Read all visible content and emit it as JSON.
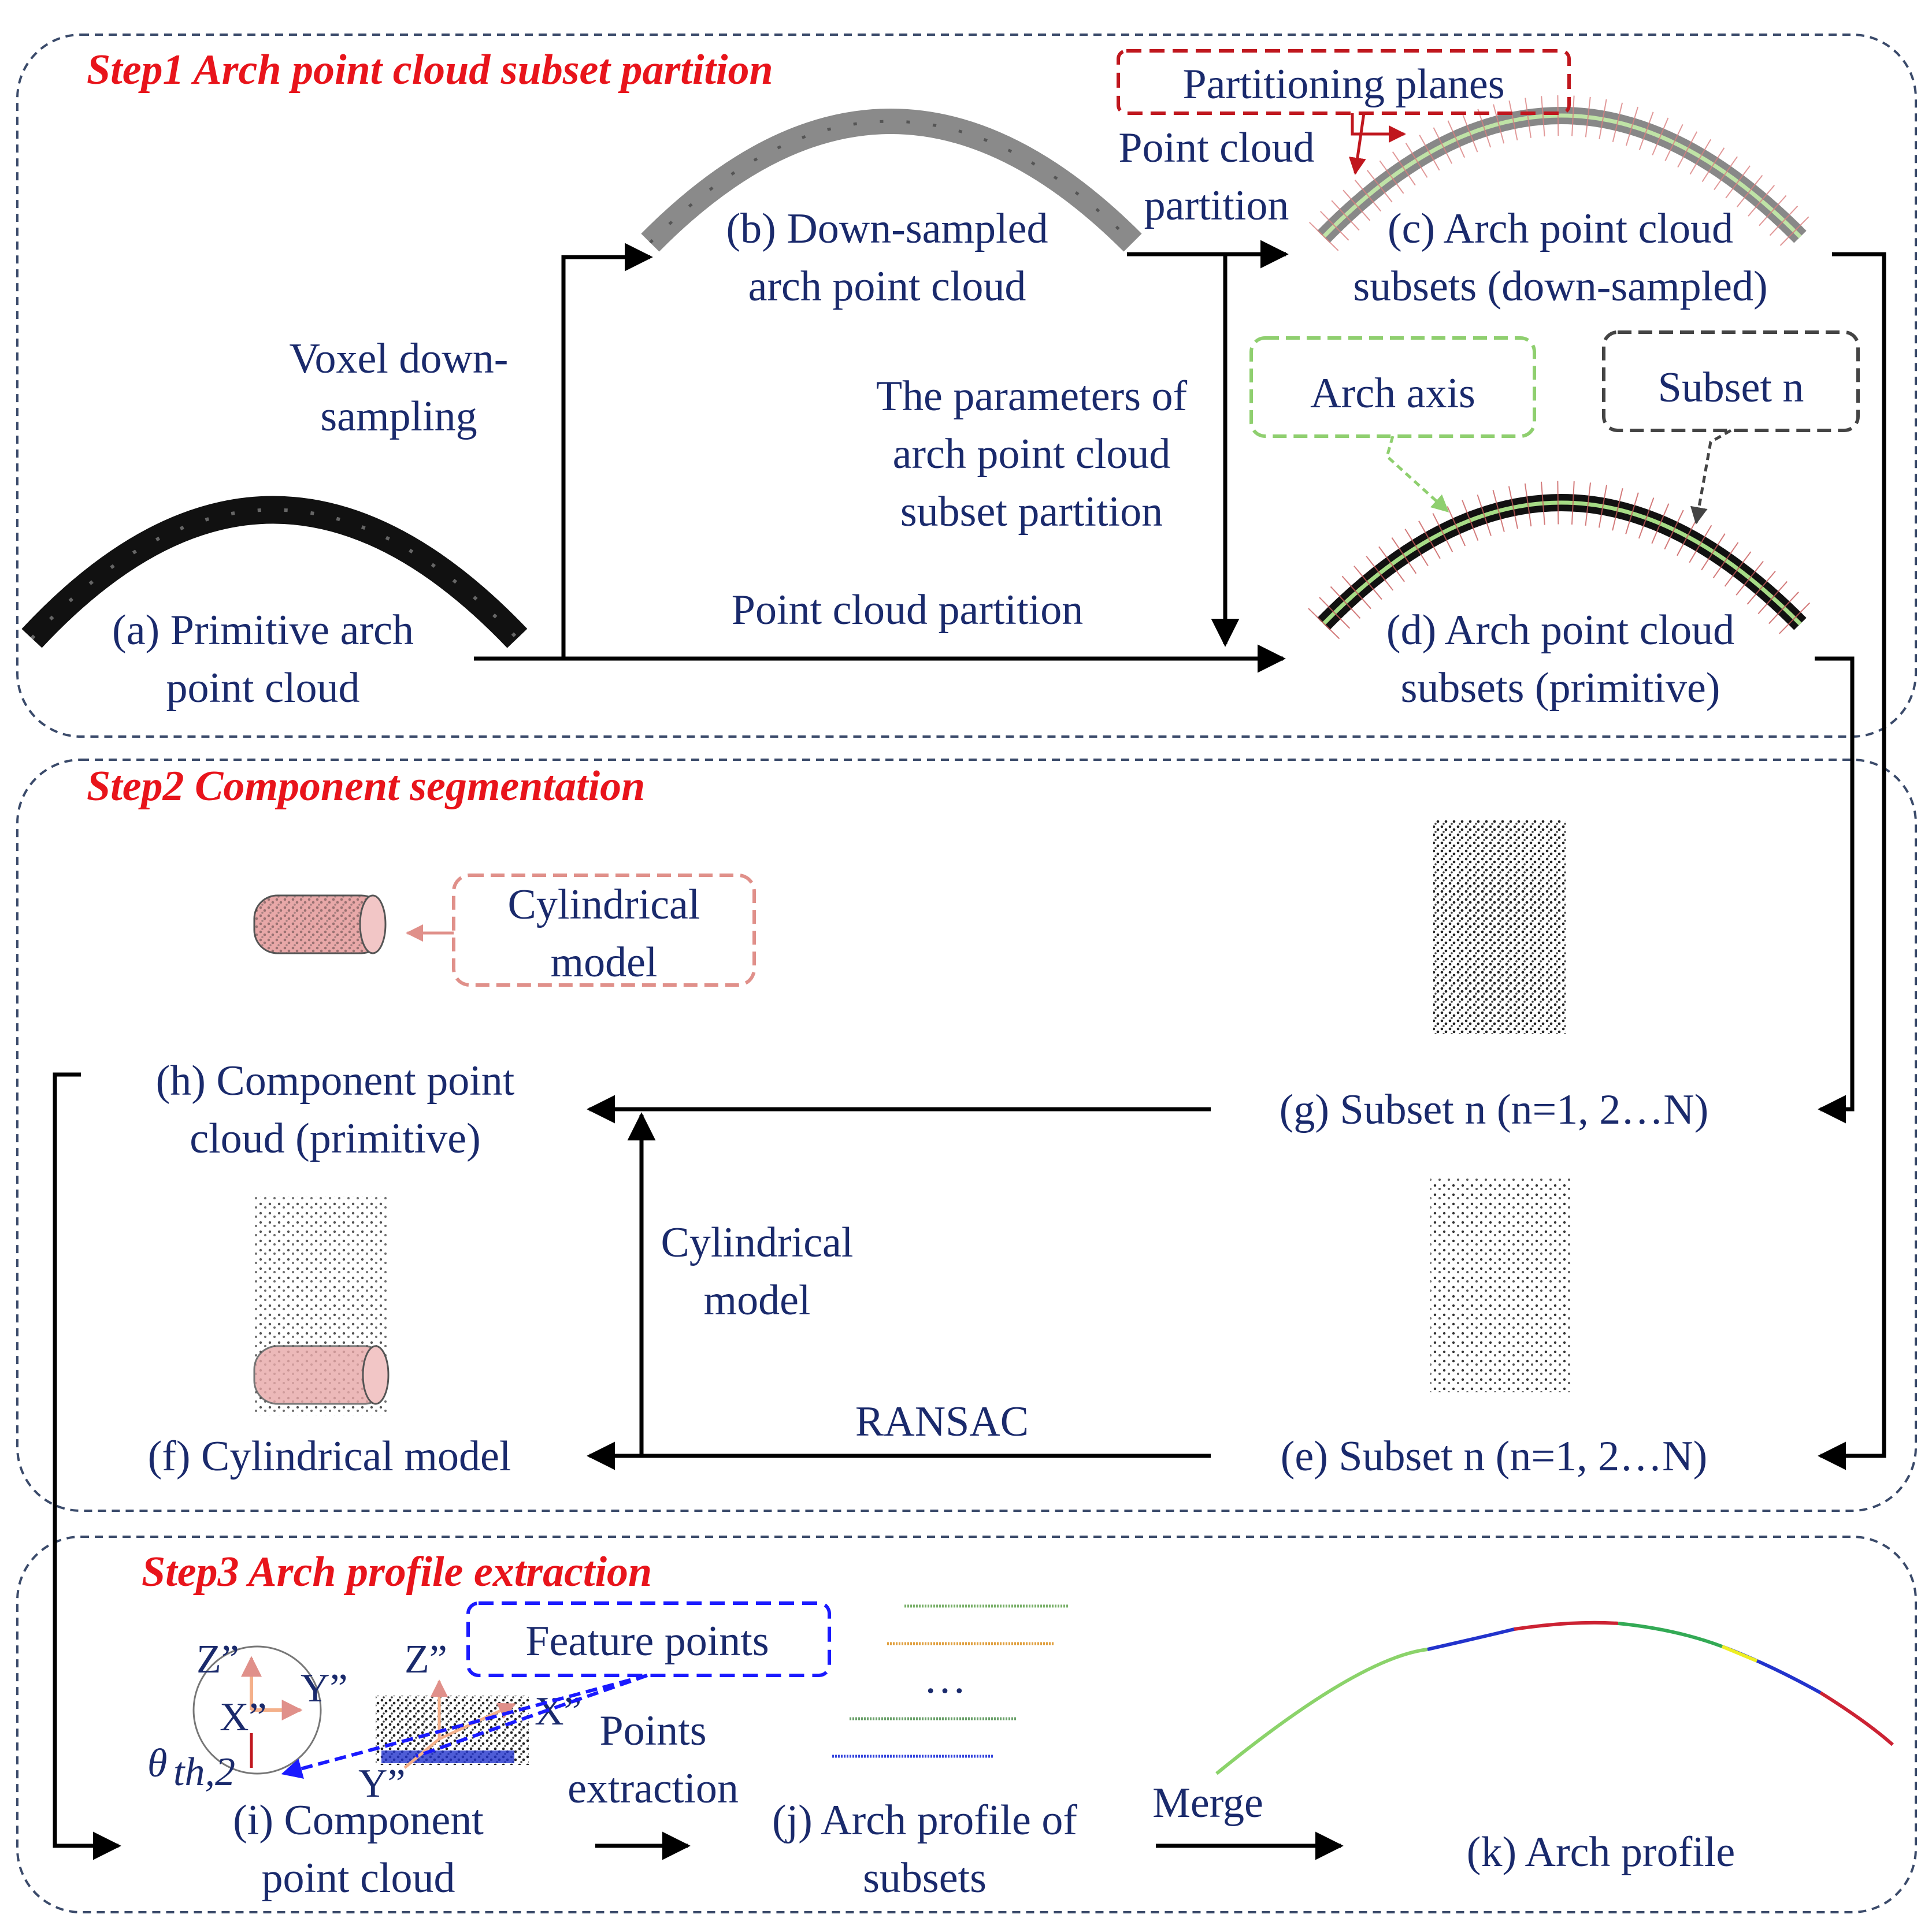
{
  "steps": {
    "step1": "Step1 Arch point cloud  subset partition",
    "step2": "Step2 Component segmentation",
    "step3": "Step3 Arch profile extraction"
  },
  "labels": {
    "a_line1": "(a) Primitive arch",
    "a_line2": "point cloud",
    "b_line1": "(b) Down-sampled",
    "b_line2": "arch point cloud",
    "c_line1": "(c) Arch point cloud",
    "c_line2": "subsets (down-sampled)",
    "d_line1": "(d) Arch point cloud",
    "d_line2": "subsets (primitive)",
    "e": "(e) Subset n (n=1, 2…N)",
    "f": "(f) Cylindrical model",
    "g": "(g) Subset n (n=1, 2…N)",
    "h_line1": "(h) Component point",
    "h_line2": "cloud (primitive)",
    "i_line1": "(i) Component",
    "i_line2": "point cloud",
    "j_line1": "(j) Arch profile of",
    "j_line2": "subsets",
    "k": "(k) Arch profile"
  },
  "operations": {
    "voxel_line1": "Voxel down-",
    "voxel_line2": "sampling",
    "pc_partition_top_line1": "Point cloud",
    "pc_partition_top_line2": "partition",
    "params_line1": "The parameters of",
    "params_line2": "arch point cloud",
    "params_line3": "subset partition",
    "pc_partition_bottom": "Point cloud partition",
    "ransac": "RANSAC",
    "cyl_model_line1": "Cylindrical",
    "cyl_model_line2": "model",
    "points_extraction_line1": "Points",
    "points_extraction_line2": "extraction",
    "merge": "Merge"
  },
  "callouts": {
    "partitioning_planes": "Partitioning planes",
    "arch_axis": "Arch axis",
    "subset_n": "Subset n",
    "cylindrical_model_line1": "Cylindrical",
    "cylindrical_model_line2": "model",
    "feature_points": "Feature points"
  },
  "axes": {
    "z1": "Z”",
    "y1": "Y”",
    "x1": "X”",
    "z2": "Z”",
    "y2": "Y”",
    "x2": "X”",
    "theta": "θ",
    "theta_sub": "th,2",
    "ellipsis": "…"
  },
  "colors": {
    "step_title": "#e8141b",
    "label_text": "#1a2a6c",
    "section_border": "#3a4a6a",
    "partition_callout": "#c0171e",
    "arch_axis_callout": "#8fcf6f",
    "subset_callout": "#444444",
    "cylinder_callout": "#e0908a",
    "feature_callout": "#1a1aff",
    "cylinder_fill": "#e8a8a8",
    "downsampled_arch": "#8a8a8a",
    "primitive_arch": "#111111"
  }
}
